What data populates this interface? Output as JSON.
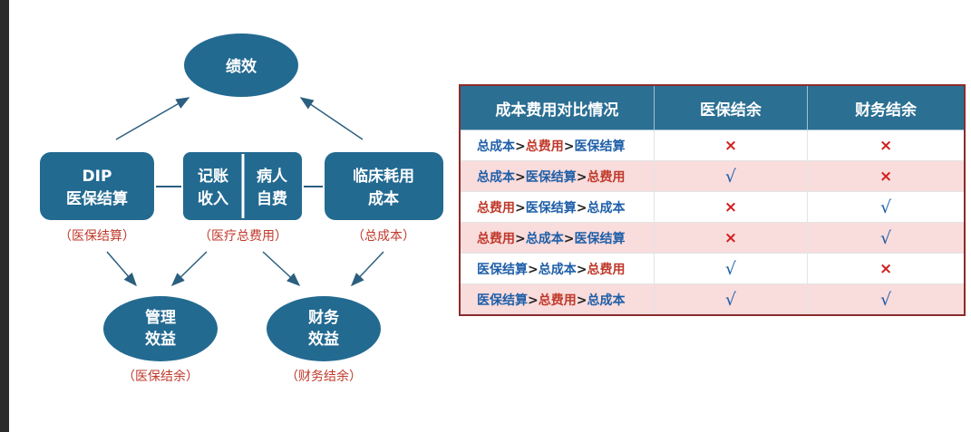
{
  "diagram": {
    "top": "绩效",
    "dip": [
      "DIP",
      "医保结算"
    ],
    "bill_income": [
      "记账",
      "收入"
    ],
    "patient_self": [
      "病人",
      "自费"
    ],
    "clinical": [
      "临床耗用",
      "成本"
    ],
    "mgmt": [
      "管理",
      "效益"
    ],
    "fin": [
      "财务",
      "效益"
    ],
    "label_dip": "（医保结算）",
    "label_medical": "（医疗总费用）",
    "label_cost": "（总成本）",
    "label_mgmt": "（医保结余）",
    "label_fin": "（财务结余）"
  },
  "table": {
    "headers": [
      "成本费用对比情况",
      "医保结余",
      "财务结余"
    ],
    "rows": [
      {
        "cond": [
          "总成本",
          ">",
          "总费用",
          ">",
          "医保结算"
        ],
        "colors": [
          "blue",
          "black",
          "red",
          "black",
          "blue"
        ],
        "a": "×",
        "b": "×"
      },
      {
        "cond": [
          "总成本",
          ">",
          "医保结算",
          ">",
          "总费用"
        ],
        "colors": [
          "blue",
          "black",
          "blue",
          "black",
          "red"
        ],
        "a": "√",
        "b": "×"
      },
      {
        "cond": [
          "总费用",
          ">",
          "医保结算",
          ">",
          "总成本"
        ],
        "colors": [
          "red",
          "black",
          "blue",
          "black",
          "blue"
        ],
        "a": "×",
        "b": "√"
      },
      {
        "cond": [
          "总费用",
          ">",
          "总成本",
          ">",
          "医保结算"
        ],
        "colors": [
          "red",
          "black",
          "blue",
          "black",
          "blue"
        ],
        "a": "×",
        "b": "√"
      },
      {
        "cond": [
          "医保结算",
          ">",
          "总成本",
          ">",
          "总费用"
        ],
        "colors": [
          "blue",
          "black",
          "blue",
          "black",
          "red"
        ],
        "a": "√",
        "b": "×"
      },
      {
        "cond": [
          "医保结算",
          ">",
          "总费用",
          ">",
          "总成本"
        ],
        "colors": [
          "blue",
          "black",
          "red",
          "black",
          "blue"
        ],
        "a": "√",
        "b": "√"
      }
    ]
  },
  "colors": {
    "node_fill": "#236a91",
    "header_fill": "#2b6f93",
    "red_text": "#c0392b",
    "blue_text": "#1f5fa8",
    "row_pink": "#f9dcdc"
  }
}
